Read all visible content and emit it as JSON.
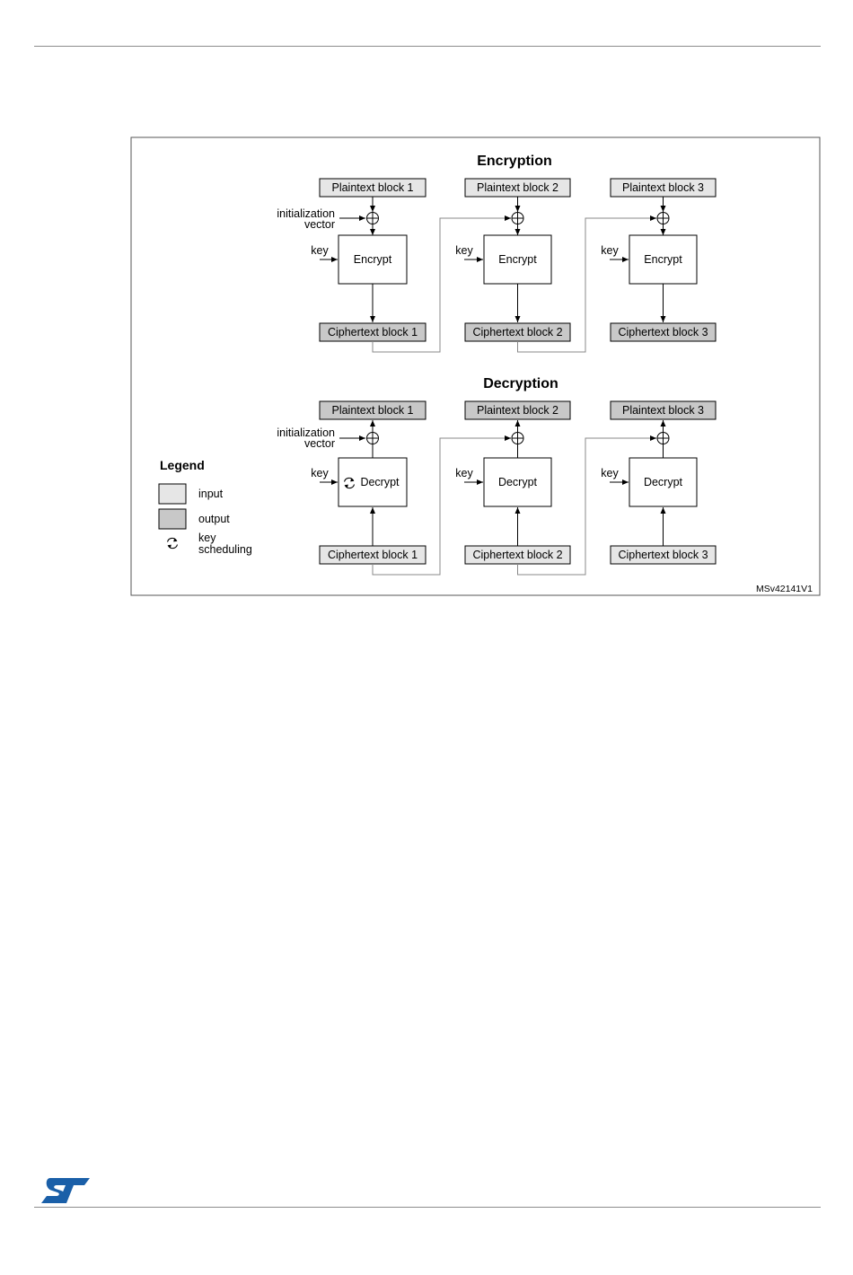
{
  "header": {},
  "diagram": {
    "encryption_title": "Encryption",
    "decryption_title": "Decryption",
    "plaintext_labels": [
      "Plaintext block 1",
      "Plaintext block 2",
      "Plaintext block 3"
    ],
    "ciphertext_labels": [
      "Ciphertext block 1",
      "Ciphertext block 2",
      "Ciphertext block 3"
    ],
    "encrypt_label": "Encrypt",
    "decrypt_label": "Decrypt",
    "key_label": "key",
    "iv_label_line1": "initialization",
    "iv_label_line2": "vector",
    "figure_id": "MSv42141V1",
    "legend": {
      "title": "Legend",
      "input": "input",
      "output": "output",
      "key_scheduling_line1": "key",
      "key_scheduling_line2": "scheduling"
    },
    "colors": {
      "input_fill": "#e6e6e6",
      "output_fill": "#c8c8c8",
      "stroke": "#000000",
      "frame": "#555555"
    }
  },
  "footer": {
    "logo_name": "st-logo",
    "brand_color": "#1a5fa8"
  }
}
